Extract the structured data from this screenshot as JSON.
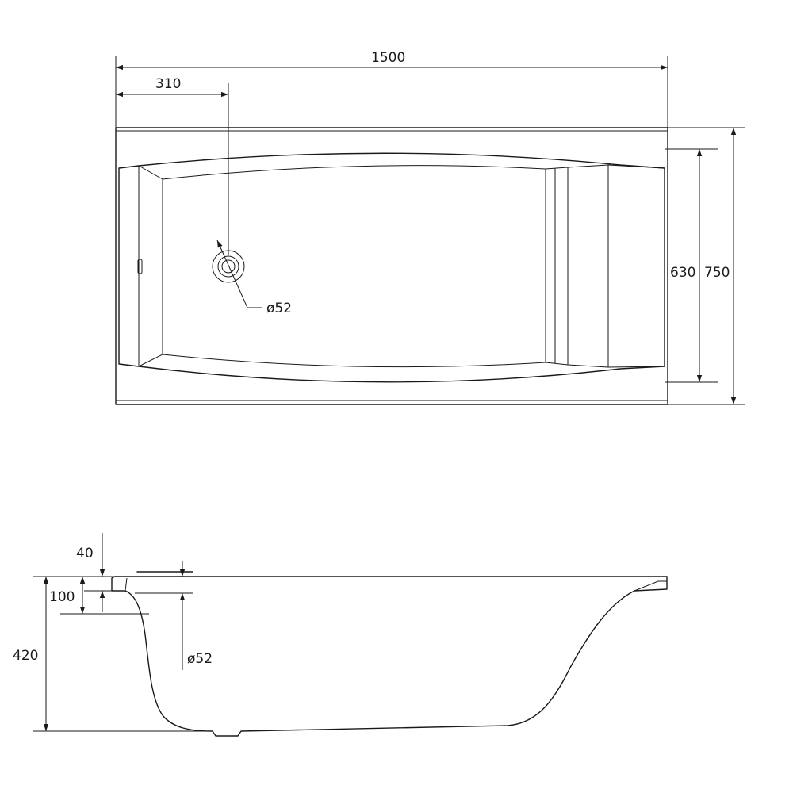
{
  "top_view": {
    "length": "1500",
    "drain_offset": "310",
    "inner_width": "630",
    "outer_width": "750",
    "drain_diameter": "ø52"
  },
  "side_view": {
    "rim_thickness": "40",
    "overflow_height": "100",
    "total_height": "420",
    "overflow_diameter": "ø52"
  }
}
